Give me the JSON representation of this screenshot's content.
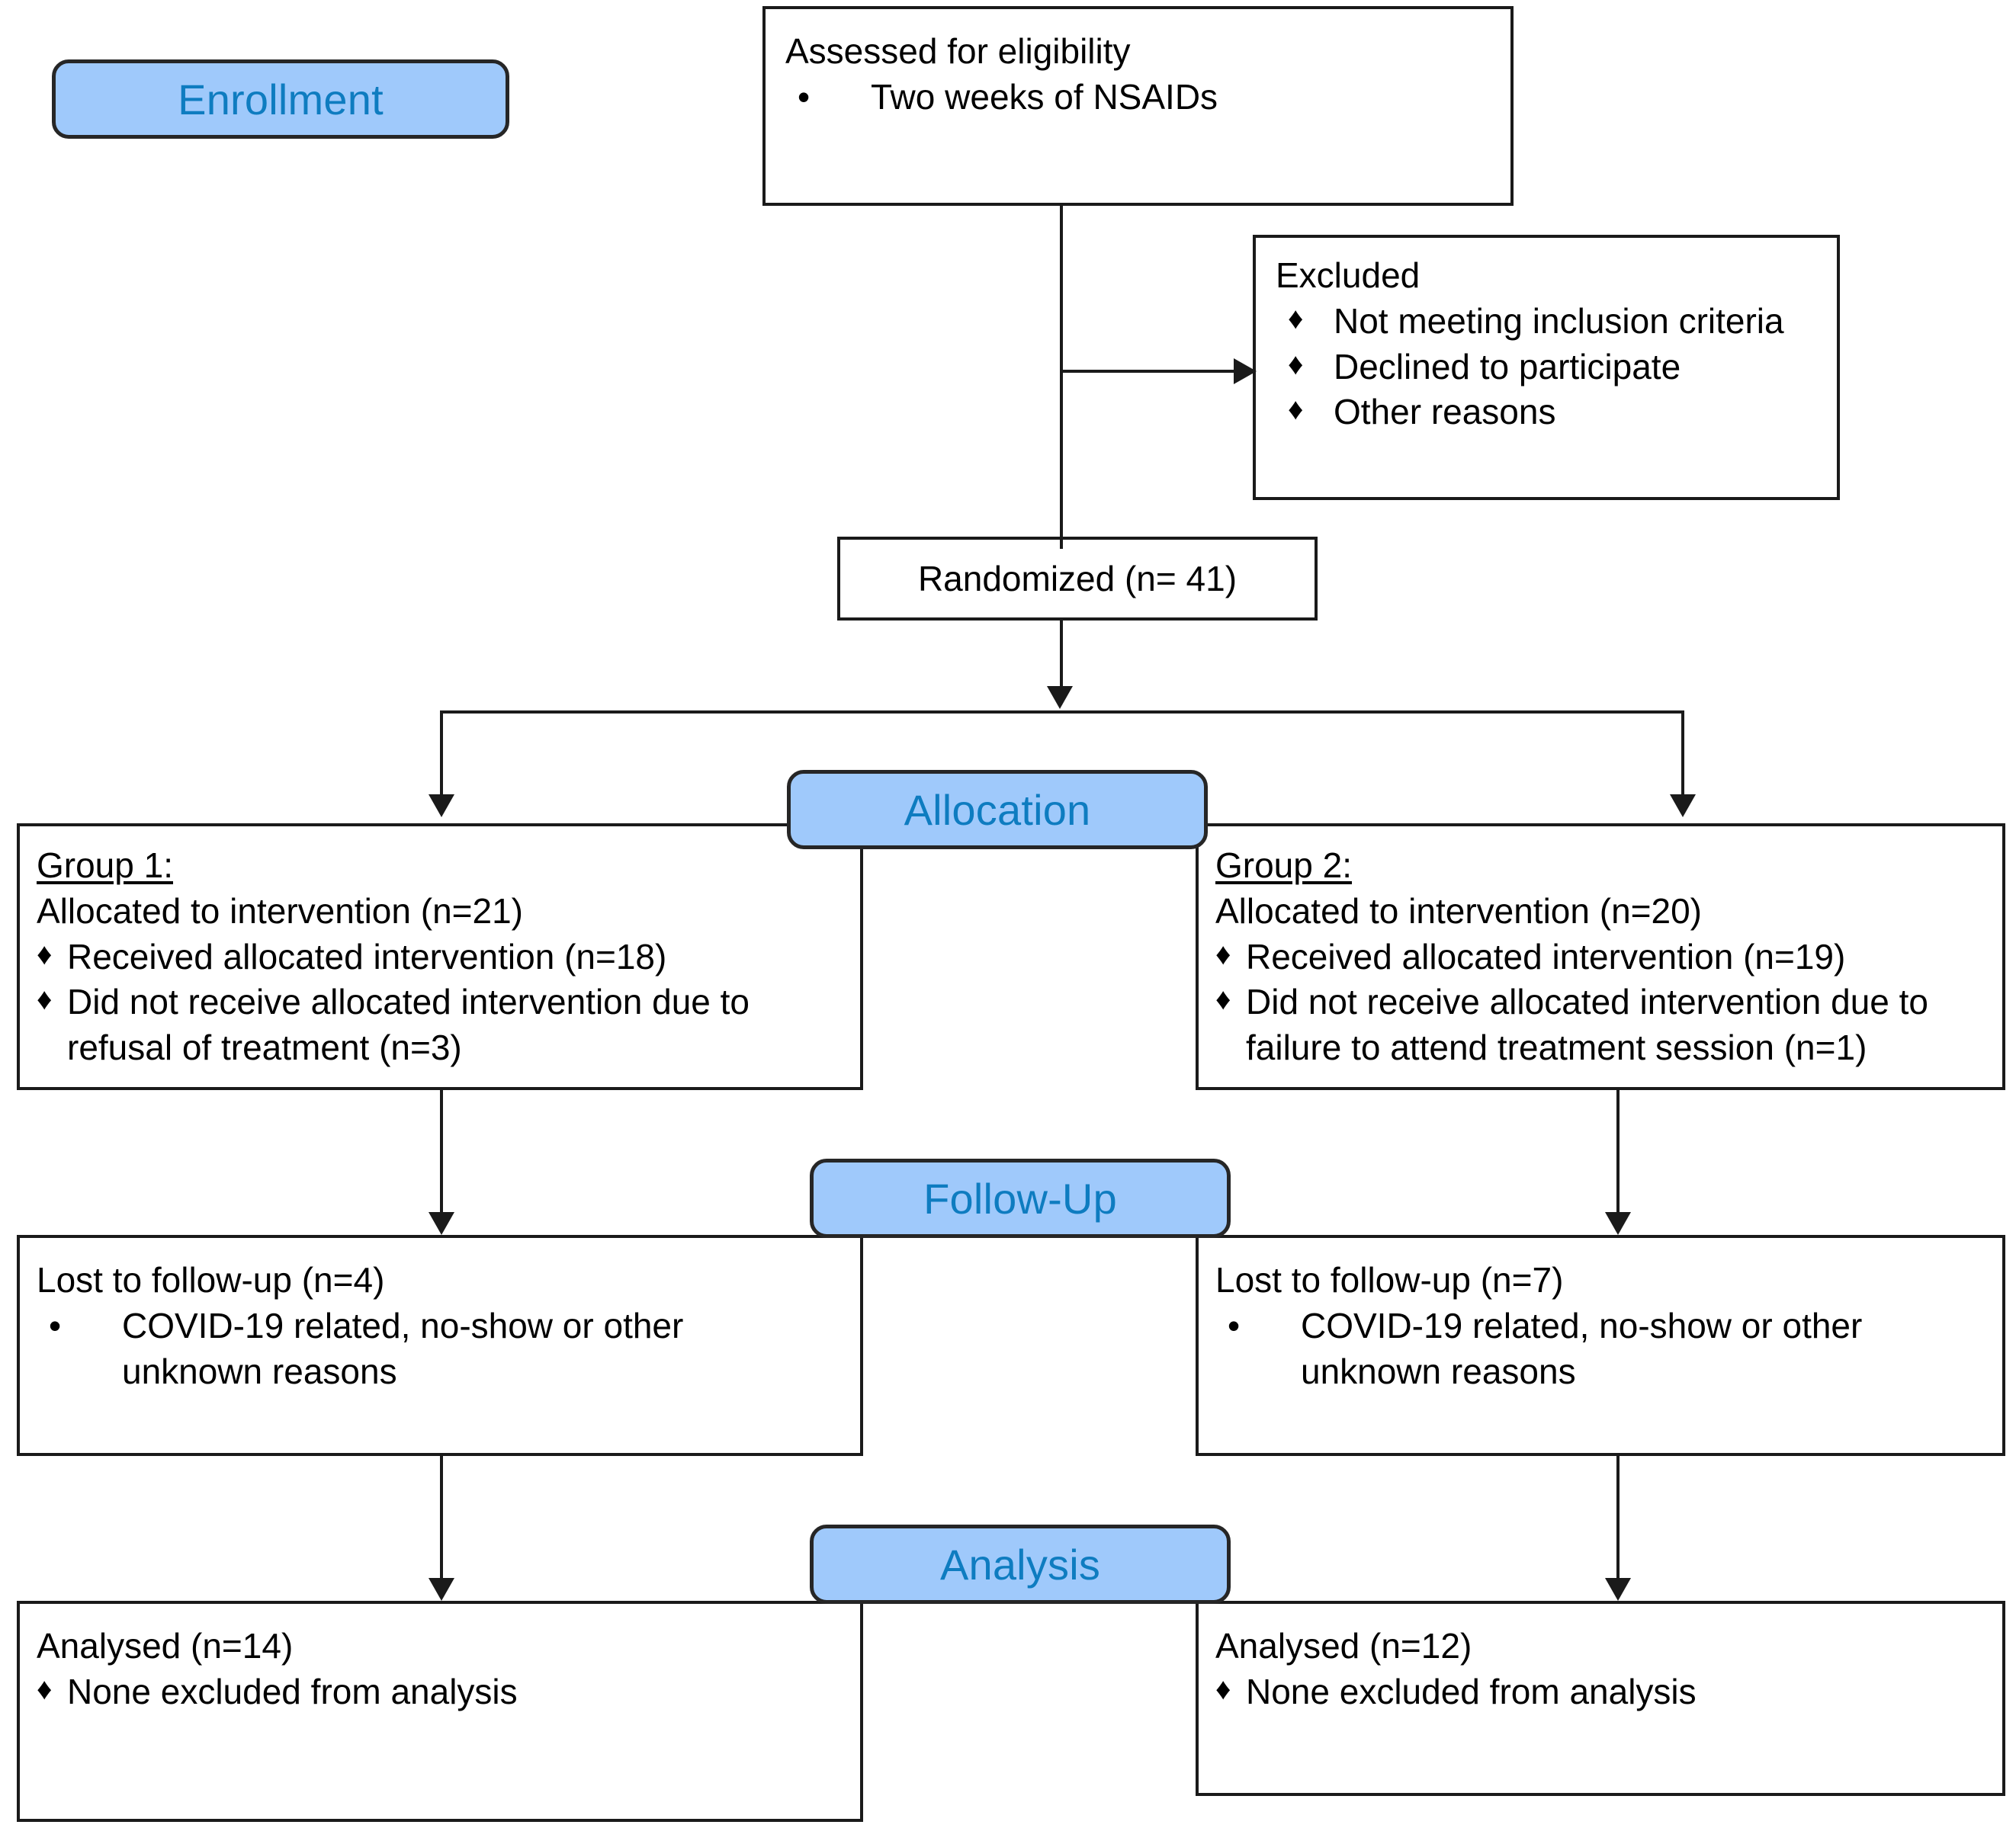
{
  "diagram": {
    "title": "CONSORT participant flow diagram",
    "accent_blue_fill": "#9FC9FB",
    "accent_blue_text": "#0E7CC0",
    "line_color": "#1A1A1A",
    "background": "#FFFFFF"
  },
  "stages": {
    "enrollment": "Enrollment",
    "allocation": "Allocation",
    "followup": "Follow-Up",
    "analysis": "Analysis"
  },
  "bullets": {
    "round": "•",
    "diamond": "♦"
  },
  "assessed": {
    "heading": "Assessed for eligibility",
    "items": [
      "Two weeks of NSAIDs"
    ]
  },
  "excluded": {
    "heading": "Excluded",
    "items": [
      "Not meeting inclusion criteria",
      "Declined to participate",
      "Other reasons"
    ]
  },
  "randomized": {
    "label": "Randomized (n= 41)"
  },
  "allocation_group1": {
    "group_label": "Group 1:",
    "allocated": "Allocated to intervention (n=21)",
    "items": [
      "Received allocated intervention (n=18)",
      "Did not receive allocated intervention due to refusal of treatment (n=3)"
    ]
  },
  "allocation_group2": {
    "group_label": "Group 2:",
    "allocated": "Allocated to intervention (n=20)",
    "items": [
      "Received allocated intervention (n=19)",
      "Did not receive allocated intervention due to failure to attend treatment session (n=1)"
    ]
  },
  "followup_group1": {
    "heading": "Lost to follow-up (n=4)",
    "items": [
      "COVID-19 related, no-show or other unknown reasons"
    ]
  },
  "followup_group2": {
    "heading": "Lost to follow-up (n=7)",
    "items": [
      "COVID-19 related, no-show or other unknown reasons"
    ]
  },
  "analysis_group1": {
    "heading": "Analysed (n=14)",
    "items": [
      "None excluded from analysis"
    ]
  },
  "analysis_group2": {
    "heading": "Analysed (n=12)",
    "items": [
      "None excluded from analysis"
    ]
  }
}
